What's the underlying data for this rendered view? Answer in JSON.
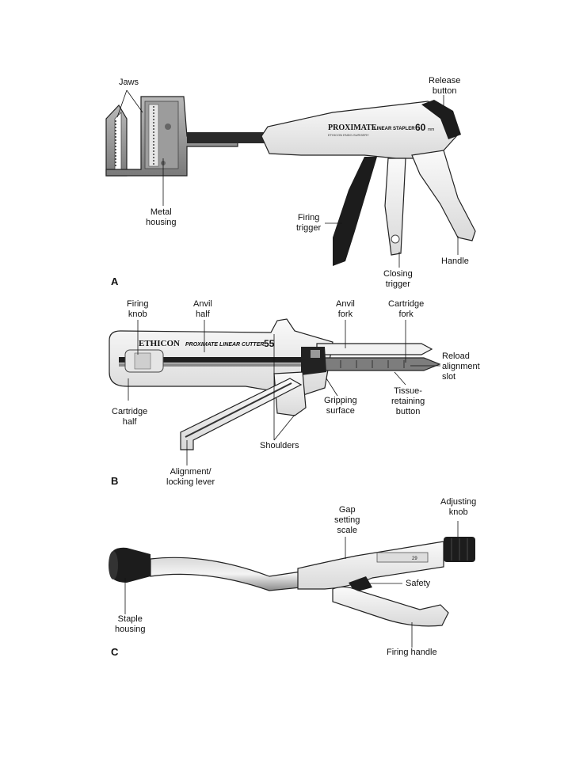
{
  "panels": {
    "a": {
      "letter": "A",
      "device_text": {
        "brand": "PROXIMATE",
        "model": "LINEAR STAPLER",
        "maker": "ETHICON ENDO-SURGERY",
        "size": "60",
        "unit": "mm"
      },
      "labels": {
        "jaws": "Jaws",
        "release_button_l1": "Release",
        "release_button_l2": "button",
        "metal_housing_l1": "Metal",
        "metal_housing_l2": "housing",
        "firing_trigger_l1": "Firing",
        "firing_trigger_l2": "trigger",
        "closing_trigger_l1": "Closing",
        "closing_trigger_l2": "trigger",
        "handle": "Handle"
      }
    },
    "b": {
      "letter": "B",
      "device_text": {
        "brand": "ETHICON",
        "model": "PROXIMATE LINEAR CUTTER",
        "size": "55"
      },
      "labels": {
        "firing_knob_l1": "Firing",
        "firing_knob_l2": "knob",
        "anvil_half_l1": "Anvil",
        "anvil_half_l2": "half",
        "anvil_fork_l1": "Anvil",
        "anvil_fork_l2": "fork",
        "cartridge_fork_l1": "Cartridge",
        "cartridge_fork_l2": "fork",
        "reload_l1": "Reload",
        "reload_l2": "alignment",
        "reload_l3": "slot",
        "tissue_l1": "Tissue-",
        "tissue_l2": "retaining",
        "tissue_l3": "button",
        "gripping_l1": "Gripping",
        "gripping_l2": "surface",
        "cartridge_half_l1": "Cartridge",
        "cartridge_half_l2": "half",
        "shoulders": "Shoulders",
        "alignment_l1": "Alignment/",
        "alignment_l2": "locking lever"
      }
    },
    "c": {
      "letter": "C",
      "device_text": {
        "scale": "29"
      },
      "labels": {
        "gap_l1": "Gap",
        "gap_l2": "setting",
        "gap_l3": "scale",
        "adjusting_l1": "Adjusting",
        "adjusting_l2": "knob",
        "safety": "Safety",
        "staple_l1": "Staple",
        "staple_l2": "housing",
        "firing_handle": "Firing handle"
      }
    }
  },
  "colors": {
    "metal": "#8f8f8f",
    "dark": "#1c1c1c",
    "white_part": "#efefef",
    "outline": "#555555"
  }
}
